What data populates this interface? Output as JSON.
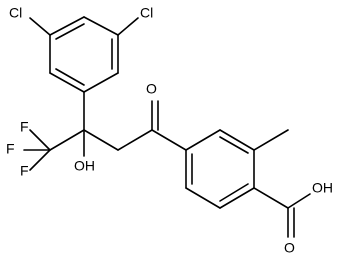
{
  "colors": {
    "bond": "#000000",
    "background": "#ffffff"
  },
  "atoms": {
    "cl_left": "Cl",
    "cl_right": "Cl",
    "f_top": "F",
    "f_left": "F",
    "f_bottom": "F",
    "oh_hydroxyl": "OH",
    "o_ketone": "O",
    "o_carbonyl_acid": "O",
    "oh_acid": "OH"
  }
}
